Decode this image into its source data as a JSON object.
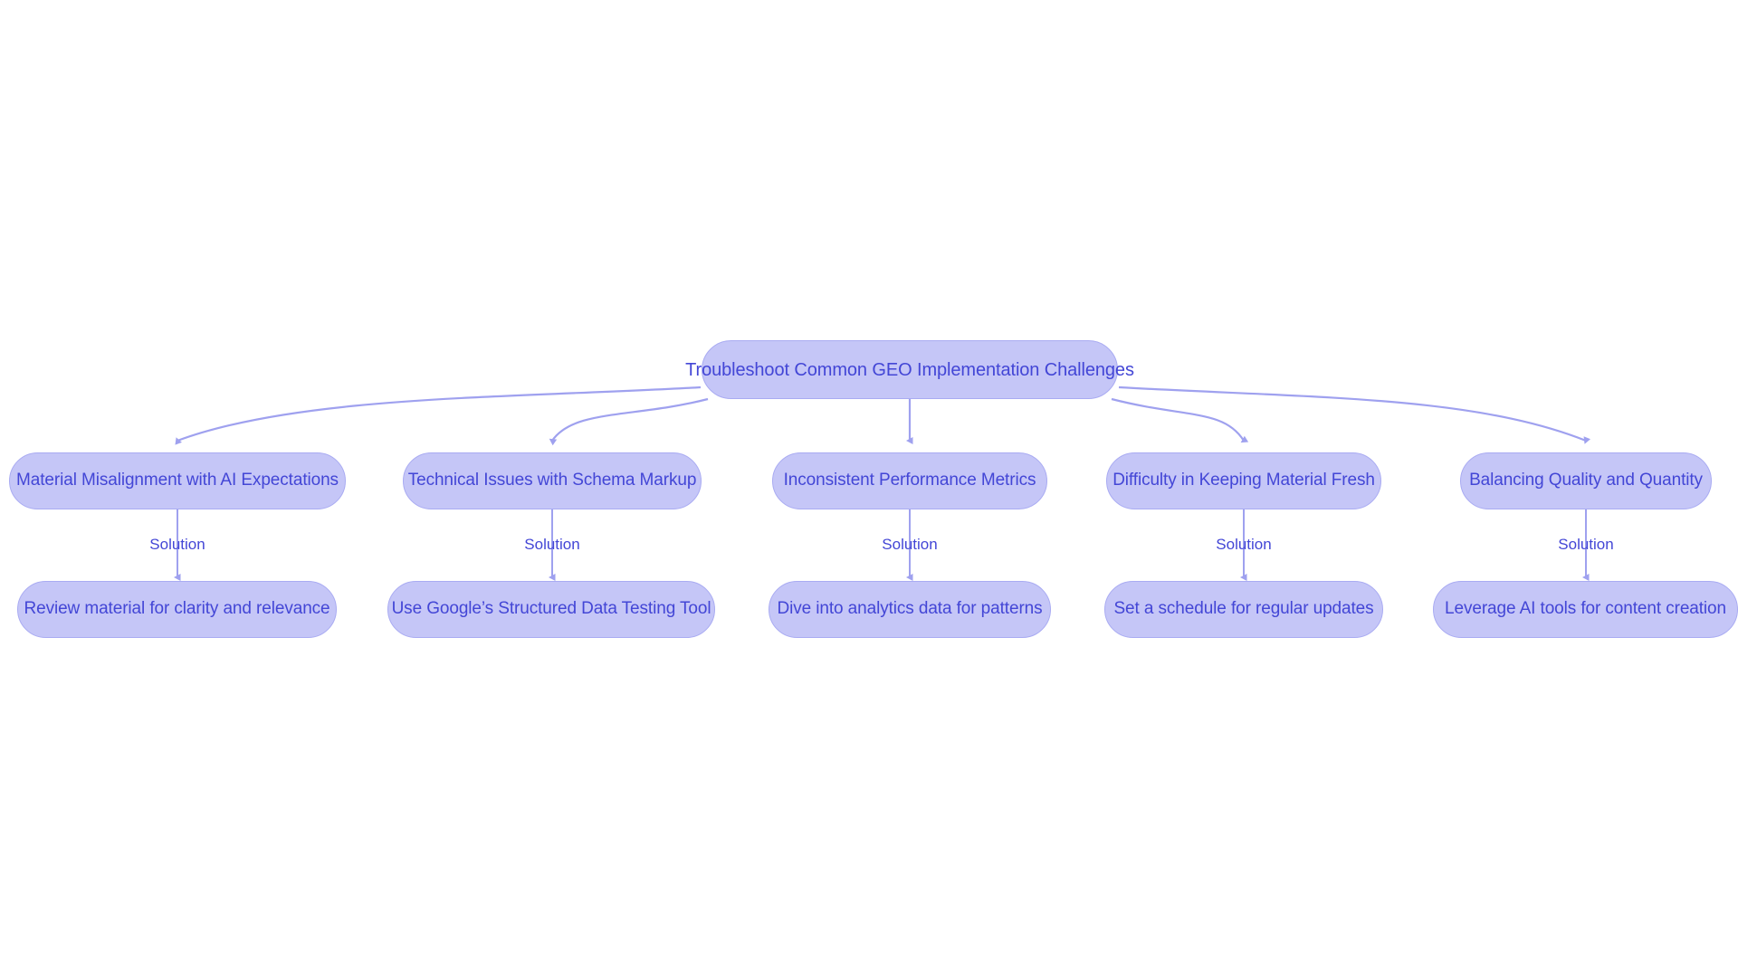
{
  "diagram": {
    "type": "flowchart",
    "direction": "top-down",
    "theme": {
      "node_fill": "#c5c6f7",
      "node_stroke": "#a9abf2",
      "node_text": "#4346d6",
      "edge_stroke": "#9fa1ef",
      "edge_label_text": "#4346d6",
      "background": "#ffffff"
    },
    "root": {
      "id": "root",
      "label": "Troubleshoot Common GEO Implementation Challenges"
    },
    "challenges": [
      {
        "id": "challenge-1",
        "label": "Material Misalignment with AI Expectations"
      },
      {
        "id": "challenge-2",
        "label": "Technical Issues with Schema Markup"
      },
      {
        "id": "challenge-3",
        "label": "Inconsistent Performance Metrics"
      },
      {
        "id": "challenge-4",
        "label": "Difficulty in Keeping Material Fresh"
      },
      {
        "id": "challenge-5",
        "label": "Balancing Quality and Quantity"
      }
    ],
    "solutions": [
      {
        "id": "solution-1",
        "label": "Review material for clarity and relevance"
      },
      {
        "id": "solution-2",
        "label": "Use Google’s Structured Data Testing Tool"
      },
      {
        "id": "solution-3",
        "label": "Dive into analytics data for patterns"
      },
      {
        "id": "solution-4",
        "label": "Set a schedule for regular updates"
      },
      {
        "id": "solution-5",
        "label": "Leverage AI tools for content creation"
      }
    ],
    "edge_labels": {
      "solution": "Solution"
    },
    "edges": [
      {
        "from": "root",
        "to": "challenge-1",
        "label": ""
      },
      {
        "from": "root",
        "to": "challenge-2",
        "label": ""
      },
      {
        "from": "root",
        "to": "challenge-3",
        "label": ""
      },
      {
        "from": "root",
        "to": "challenge-4",
        "label": ""
      },
      {
        "from": "root",
        "to": "challenge-5",
        "label": ""
      },
      {
        "from": "challenge-1",
        "to": "solution-1",
        "label": "Solution"
      },
      {
        "from": "challenge-2",
        "to": "solution-2",
        "label": "Solution"
      },
      {
        "from": "challenge-3",
        "to": "solution-3",
        "label": "Solution"
      },
      {
        "from": "challenge-4",
        "to": "solution-4",
        "label": "Solution"
      },
      {
        "from": "challenge-5",
        "to": "solution-5",
        "label": "Solution"
      }
    ]
  }
}
